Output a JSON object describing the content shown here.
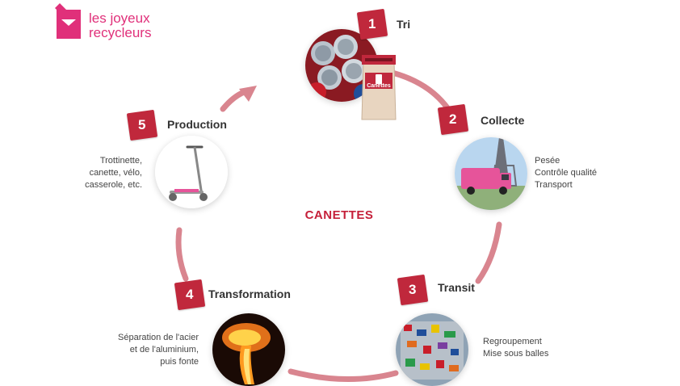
{
  "logo": {
    "line1": "les joyeux",
    "line2": "recycleurs"
  },
  "center_title": "CANETTES",
  "steps": [
    {
      "number": "1",
      "title": "Tri",
      "lines": []
    },
    {
      "number": "2",
      "title": "Collecte",
      "lines": [
        "Pesée",
        "Contrôle qualité",
        "Transport"
      ]
    },
    {
      "number": "3",
      "title": "Transit",
      "lines": [
        "Regroupement",
        "Mise sous balles"
      ]
    },
    {
      "number": "4",
      "title": "Transformation",
      "lines": [
        "Séparation de l'acier",
        "et de l'aluminium,",
        "puis fonte"
      ]
    },
    {
      "number": "5",
      "title": "Production",
      "lines": [
        "Trottinette,",
        "canette, vélo,",
        "casserole, etc."
      ]
    }
  ],
  "bin_label": "Canettes",
  "colors": {
    "accent": "#c0283c",
    "ring": "#d9858f",
    "brand": "#e0307a",
    "title_red": "#c5203a"
  }
}
